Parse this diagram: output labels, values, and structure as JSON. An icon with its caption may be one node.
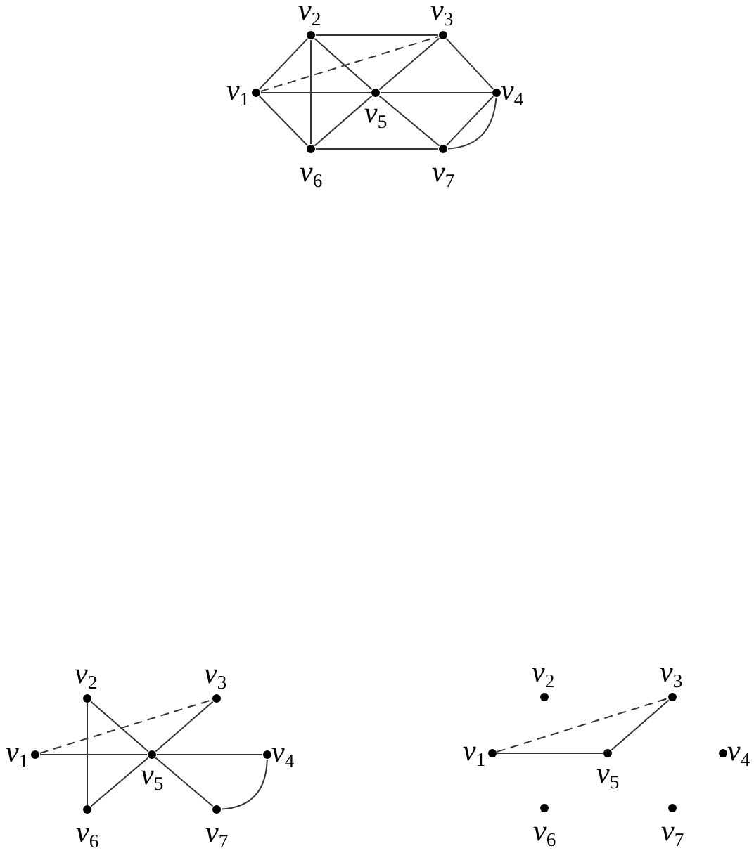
{
  "diagram": {
    "nodes": [
      {
        "text": [],
        "shape": "circle",
        "beside": [
          "v$_{1}$"
        ]
      },
      {
        "text": [],
        "shape": "circle",
        "beside": [
          "v$_{2}$"
        ]
      },
      {
        "text": [],
        "shape": "circle",
        "beside": [
          "v$_{3}$"
        ]
      },
      {
        "text": [],
        "shape": "circle",
        "beside": [
          "v$_{4}$"
        ]
      },
      {
        "text": [],
        "shape": "circle",
        "beside": [
          "v$_{5}$"
        ]
      },
      {
        "text": [],
        "shape": "circle",
        "beside": [
          "v$_{6}$"
        ]
      },
      {
        "text": [],
        "shape": "circle",
        "beside": [
          "v$_{7}$"
        ]
      },
      {
        "text": [],
        "shape": "circle",
        "beside": [
          "v$_{1}$"
        ]
      },
      {
        "text": [],
        "shape": "circle",
        "beside": [
          "v$_{2}$"
        ]
      },
      {
        "text": [],
        "shape": "circle",
        "beside": [
          "v$_{3}$"
        ]
      },
      {
        "text": [],
        "shape": "circle",
        "beside": [
          "v$_{4}$"
        ]
      },
      {
        "text": [],
        "shape": "circle",
        "beside": [
          "v$_{5}$"
        ]
      },
      {
        "text": [],
        "shape": "circle",
        "beside": [
          "v$_{6}$"
        ]
      },
      {
        "text": [],
        "shape": "circle",
        "beside": [
          "v$_{7}$"
        ]
      },
      {
        "text": [],
        "shape": "circle",
        "beside": [
          "v$_{1}$"
        ]
      },
      {
        "text": [],
        "shape": "circle",
        "beside": [
          "v$_{2}$"
        ]
      },
      {
        "text": [],
        "shape": "circle",
        "beside": [
          "v$_{3}$"
        ]
      },
      {
        "text": [],
        "shape": "circle",
        "beside": [
          "v$_{4}$"
        ]
      },
      {
        "text": [],
        "shape": "circle",
        "beside": [
          "v$_{5}$"
        ]
      },
      {
        "text": [],
        "shape": "circle",
        "beside": [
          "v$_{6}$"
        ]
      },
      {
        "text": [],
        "shape": "circle",
        "beside": [
          "v$_{7}$"
        ]
      }
    ],
    "edges": [
      {
        "from": 0,
        "to": 1,
        "arrow": "none"
      },
      {
        "from": 0,
        "to": 2,
        "arrow": "none",
        "style": "dashed"
      },
      {
        "from": 0,
        "to": 4,
        "arrow": "none"
      },
      {
        "from": 0,
        "to": 5,
        "arrow": "none"
      },
      {
        "from": 1,
        "to": 2,
        "arrow": "none"
      },
      {
        "from": 1,
        "to": 5,
        "arrow": "none"
      },
      {
        "from": 1,
        "to": 4,
        "arrow": "none"
      },
      {
        "from": 2,
        "to": 4,
        "arrow": "none"
      },
      {
        "from": 2,
        "to": 3,
        "arrow": "none"
      },
      {
        "from": 4,
        "to": 3,
        "arrow": "none"
      },
      {
        "from": 3,
        "to": 6,
        "arrow": "none"
      },
      {
        "from": 6,
        "to": 3,
        "arrow": "none"
      },
      {
        "from": 4,
        "to": 5,
        "arrow": "none"
      },
      {
        "from": 4,
        "to": 6,
        "arrow": "none"
      },
      {
        "from": 5,
        "to": 6,
        "arrow": "none"
      },
      {
        "from": 7,
        "to": 9,
        "arrow": "none",
        "style": "dashed"
      },
      {
        "from": 7,
        "to": 11,
        "arrow": "none"
      },
      {
        "from": 11,
        "to": 10,
        "arrow": "none"
      },
      {
        "from": 8,
        "to": 12,
        "arrow": "none"
      },
      {
        "from": 8,
        "to": 11,
        "arrow": "none"
      },
      {
        "from": 11,
        "to": 13,
        "arrow": "none"
      },
      {
        "from": 9,
        "to": 11,
        "arrow": "none"
      },
      {
        "from": 11,
        "to": 12,
        "arrow": "none"
      },
      {
        "from": 13,
        "to": 10,
        "arrow": "none"
      },
      {
        "from": 14,
        "to": 16,
        "arrow": "none",
        "style": "dashed"
      },
      {
        "from": 14,
        "to": 18,
        "arrow": "none"
      },
      {
        "from": 18,
        "to": 16,
        "arrow": "none"
      }
    ]
  }
}
